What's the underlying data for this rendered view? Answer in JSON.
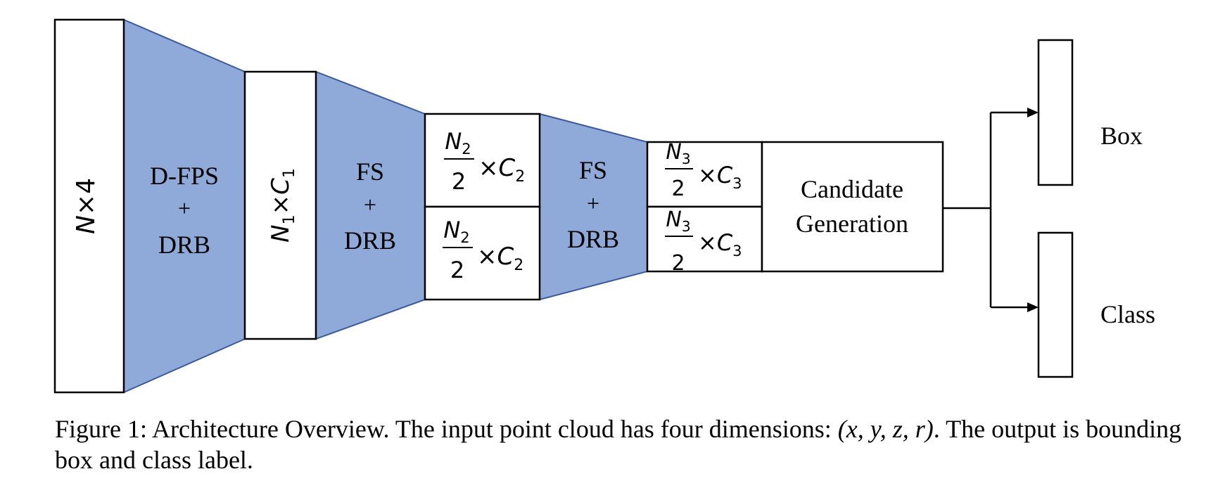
{
  "diagram": {
    "input": {
      "N": "N",
      "times": "×",
      "dim": "4"
    },
    "stage1": {
      "line1": "D-FPS",
      "line2": "+",
      "line3": "DRB"
    },
    "feat1": {
      "N": "N",
      "n_sub": "1",
      "times": "×",
      "C": "C",
      "c_sub": "1"
    },
    "stage2": {
      "line1": "FS",
      "line2": "+",
      "line3": "DRB"
    },
    "feat2": {
      "N": "N",
      "n_sub": "2",
      "den": "2",
      "times": "×",
      "C": "C",
      "c_sub": "2"
    },
    "stage3": {
      "line1": "FS",
      "line2": "+",
      "line3": "DRB"
    },
    "feat3": {
      "N": "N",
      "n_sub": "3",
      "den": "2",
      "times": "×",
      "C": "C",
      "c_sub": "3"
    },
    "candidate": {
      "line1": "Candidate",
      "line2": "Generation"
    },
    "outputs": {
      "box": "Box",
      "class": "Class"
    }
  },
  "colors": {
    "stage_fill": "#8fa9d9",
    "stage_stroke": "#3a5a9c",
    "line": "#000000"
  },
  "caption": {
    "lead": "Figure 1: Architecture Overview. The input point cloud has four dimensions: ",
    "math": "(x, y, z, r)",
    "tail": ". The output is bounding box and class label."
  }
}
